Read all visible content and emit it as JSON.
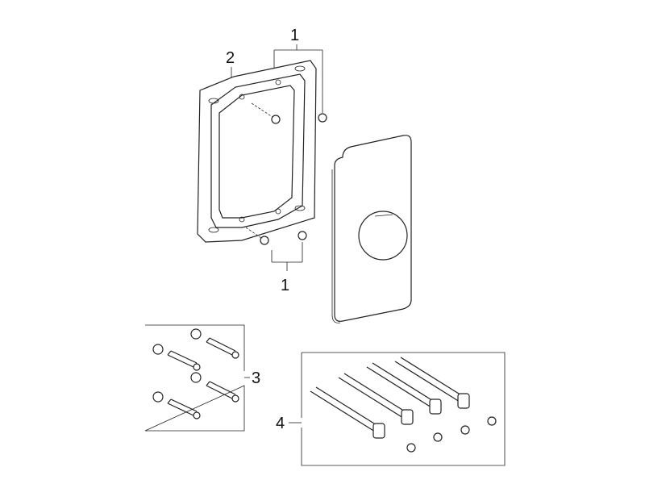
{
  "diagram": {
    "callouts": [
      {
        "id": "1a",
        "label": "1"
      },
      {
        "id": "1b",
        "label": "1"
      },
      {
        "id": "2",
        "label": "2"
      },
      {
        "id": "3",
        "label": "3"
      },
      {
        "id": "4",
        "label": "4"
      }
    ],
    "colors": {
      "line": "#222222",
      "background": "#ffffff"
    }
  }
}
